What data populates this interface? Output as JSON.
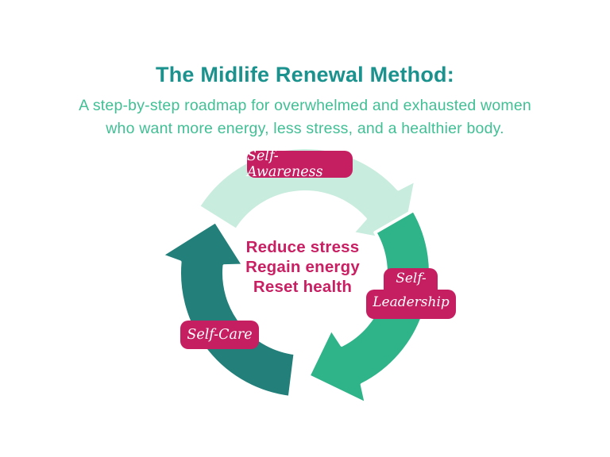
{
  "header": {
    "title": "The Midlife Renewal Method:",
    "subtitle_line1": "A step-by-step roadmap for overwhelmed and exhausted women",
    "subtitle_line2": "who want more energy, less stress, and a healthier body."
  },
  "colors": {
    "title_teal": "#1b928d",
    "subtitle_green": "#41bf95",
    "badge_magenta": "#c51e61",
    "center_text_magenta": "#c92063",
    "arrow_mint": "#c8ecdd",
    "arrow_emerald": "#2fb389",
    "arrow_dark_teal": "#227f79",
    "badge_text": "#ffffff",
    "background": "#ffffff"
  },
  "cycle": {
    "direction": "clockwise",
    "center_lines": [
      "Reduce stress",
      "Regain energy",
      "Reset health"
    ],
    "steps": [
      {
        "label": "Self-Awareness",
        "arrow_color": "#c8ecdd"
      },
      {
        "label": "Self-Leadership",
        "label_line1": "Self-",
        "label_line2": "Leadership",
        "arrow_color": "#2fb389"
      },
      {
        "label": "Self-Care",
        "arrow_color": "#227f79"
      }
    ]
  }
}
